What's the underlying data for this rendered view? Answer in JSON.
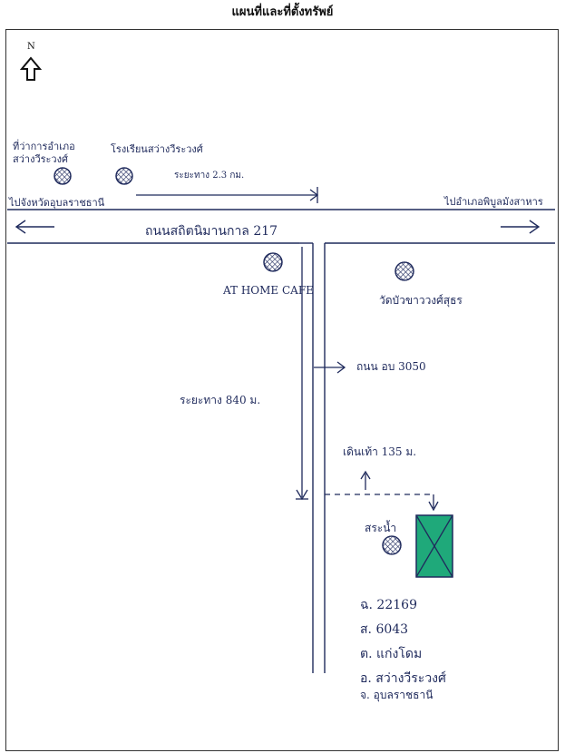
{
  "title": "แผนที่และที่ตั้งทรัพย์",
  "north": "N",
  "labels": {
    "district_office_line1": "ที่ว่าการอำเภอ",
    "district_office_line2": "สว่างวีระวงศ์",
    "school": "โรงเรียนสว่างวีระวงศ์",
    "distance_23": "ระยะทาง 2.3 กม.",
    "to_ubon": "ไปจังหวัดอุบลราชธานี",
    "to_phibun": "ไปอำเภอพิบูลมังสาหาร",
    "road_217": "ถนนสถิตนิมานกาล 217",
    "cafe": "AT HOME CAFE",
    "temple": "วัดบัวขาววงศ์สุธร",
    "road_3050": "ถนน อบ 3050",
    "distance_840": "ระยะทาง 840 ม.",
    "walk_135": "เดินเท้า 135 ม.",
    "pond": "สระน้ำ",
    "deed": "ฉ. 22169",
    "survey": "ส. 6043",
    "subdistrict": "ต. แก่งโดม",
    "district": "อ. สว่างวีระวงศ์",
    "province": "จ. อุบลราชธานี"
  },
  "colors": {
    "ink": "#1f2a5c",
    "plot_fill": "#1fa97a",
    "frame": "#333333"
  },
  "icons": [
    "north-arrow-icon",
    "landmark-circle-icon"
  ]
}
